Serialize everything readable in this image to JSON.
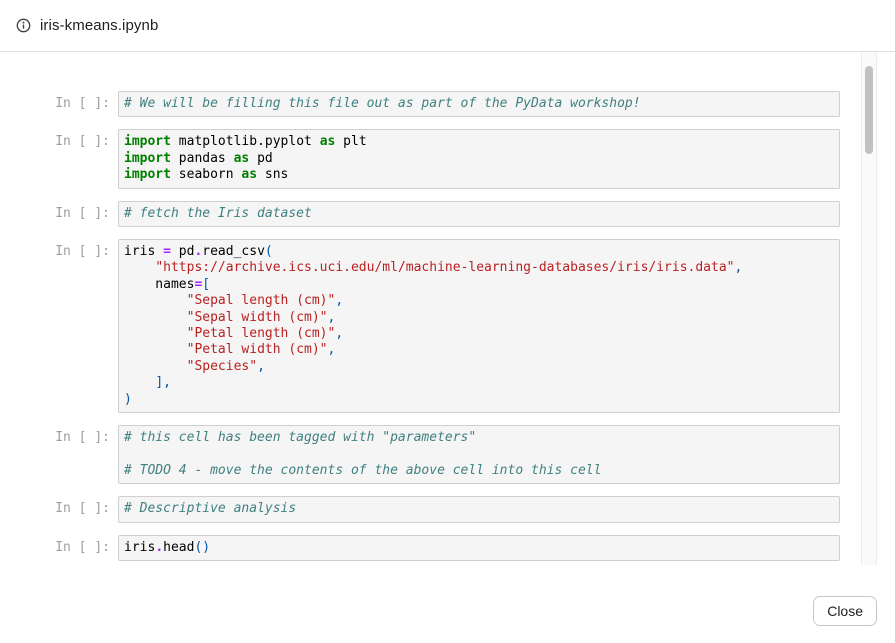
{
  "header": {
    "title": "iris-kmeans.ipynb",
    "icon": "info-icon"
  },
  "footer": {
    "close_label": "Close"
  },
  "colors": {
    "keyword": "#008000",
    "operator": "#AA22FF",
    "string": "#BA2121",
    "comment": "#408080",
    "punctuation": "#0055AA",
    "text": "#000000",
    "cell_background": "#f5f5f5",
    "cell_border": "#cfcfcf",
    "prompt_text": "#9e9e9e",
    "header_border": "#e0e0e0",
    "scroll_thumb": "#c1c1c1"
  },
  "notebook": {
    "prompt_label": "In [ ]:",
    "cells": [
      {
        "lines": [
          [
            {
              "t": "c",
              "v": "# We will be filling this file out as part of the PyData workshop!"
            }
          ]
        ]
      },
      {
        "lines": [
          [
            {
              "t": "k",
              "v": "import"
            },
            {
              "t": "n",
              "v": " matplotlib.pyplot "
            },
            {
              "t": "k",
              "v": "as"
            },
            {
              "t": "n",
              "v": " plt"
            }
          ],
          [
            {
              "t": "k",
              "v": "import"
            },
            {
              "t": "n",
              "v": " pandas "
            },
            {
              "t": "k",
              "v": "as"
            },
            {
              "t": "n",
              "v": " pd"
            }
          ],
          [
            {
              "t": "k",
              "v": "import"
            },
            {
              "t": "n",
              "v": " seaborn "
            },
            {
              "t": "k",
              "v": "as"
            },
            {
              "t": "n",
              "v": " sns"
            }
          ]
        ]
      },
      {
        "lines": [
          [
            {
              "t": "c",
              "v": "# fetch the Iris dataset"
            }
          ]
        ]
      },
      {
        "lines": [
          [
            {
              "t": "n",
              "v": "iris "
            },
            {
              "t": "o",
              "v": "="
            },
            {
              "t": "n",
              "v": " pd"
            },
            {
              "t": "o",
              "v": "."
            },
            {
              "t": "n",
              "v": "read_csv"
            },
            {
              "t": "p",
              "v": "("
            }
          ],
          [
            {
              "t": "n",
              "v": "    "
            },
            {
              "t": "s",
              "v": "\"https://archive.ics.uci.edu/ml/machine-learning-databases/iris/iris.data\""
            },
            {
              "t": "p",
              "v": ","
            }
          ],
          [
            {
              "t": "n",
              "v": "    names"
            },
            {
              "t": "o",
              "v": "="
            },
            {
              "t": "p",
              "v": "["
            }
          ],
          [
            {
              "t": "n",
              "v": "        "
            },
            {
              "t": "s",
              "v": "\"Sepal length (cm)\""
            },
            {
              "t": "p",
              "v": ","
            }
          ],
          [
            {
              "t": "n",
              "v": "        "
            },
            {
              "t": "s",
              "v": "\"Sepal width (cm)\""
            },
            {
              "t": "p",
              "v": ","
            }
          ],
          [
            {
              "t": "n",
              "v": "        "
            },
            {
              "t": "s",
              "v": "\"Petal length (cm)\""
            },
            {
              "t": "p",
              "v": ","
            }
          ],
          [
            {
              "t": "n",
              "v": "        "
            },
            {
              "t": "s",
              "v": "\"Petal width (cm)\""
            },
            {
              "t": "p",
              "v": ","
            }
          ],
          [
            {
              "t": "n",
              "v": "        "
            },
            {
              "t": "s",
              "v": "\"Species\""
            },
            {
              "t": "p",
              "v": ","
            }
          ],
          [
            {
              "t": "n",
              "v": "    "
            },
            {
              "t": "p",
              "v": "],"
            }
          ],
          [
            {
              "t": "p",
              "v": ")"
            }
          ]
        ]
      },
      {
        "lines": [
          [
            {
              "t": "c",
              "v": "# this cell has been tagged with \"parameters\""
            }
          ],
          [],
          [
            {
              "t": "c",
              "v": "# TODO 4 - move the contents of the above cell into this cell"
            }
          ]
        ]
      },
      {
        "lines": [
          [
            {
              "t": "c",
              "v": "# Descriptive analysis"
            }
          ]
        ]
      },
      {
        "lines": [
          [
            {
              "t": "n",
              "v": "iris"
            },
            {
              "t": "o",
              "v": "."
            },
            {
              "t": "n",
              "v": "head"
            },
            {
              "t": "p",
              "v": "()"
            }
          ]
        ]
      }
    ]
  }
}
